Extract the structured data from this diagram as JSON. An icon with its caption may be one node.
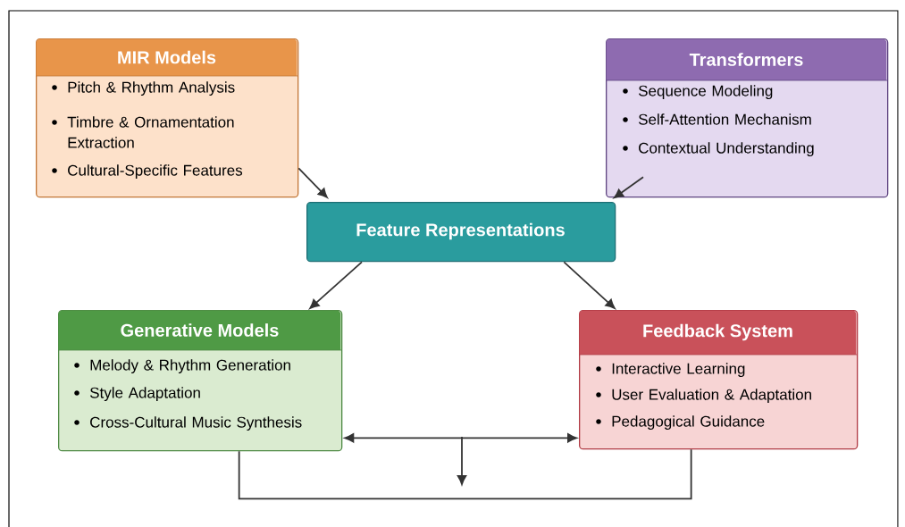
{
  "diagram": {
    "nodes": [
      {
        "text": [
          "MIR Models",
          "Pitch & Rhythm Analysis",
          "Timbre & Ornamentation Extraction",
          "Cultural-Specific Features"
        ]
      },
      {
        "text": [
          "Transformers",
          "Sequence Modeling",
          "Self-Attention Mechanism",
          "Contextual Understanding"
        ]
      },
      {
        "text": [
          "Feature Representations"
        ]
      },
      {
        "text": [
          "Generative Models",
          "Melody & Rhythm Generation",
          "Style Adaptation",
          "Cross-Cultural Music Synthesis"
        ]
      },
      {
        "text": [
          "Feedback System",
          "Interactive Learning",
          "User Evaluation & Adaptation",
          "Pedagogical Guidance"
        ]
      }
    ],
    "edges": [
      {
        "from": 0,
        "to": 2,
        "arrow": "to"
      },
      {
        "from": 1,
        "to": 2,
        "arrow": "to"
      },
      {
        "from": 2,
        "to": 3,
        "arrow": "to"
      },
      {
        "from": 2,
        "to": 4,
        "arrow": "to"
      },
      {
        "from": 3,
        "to": 4,
        "arrow": "both"
      },
      {
        "from": 3,
        "to": 4,
        "arrow": "none"
      }
    ]
  }
}
